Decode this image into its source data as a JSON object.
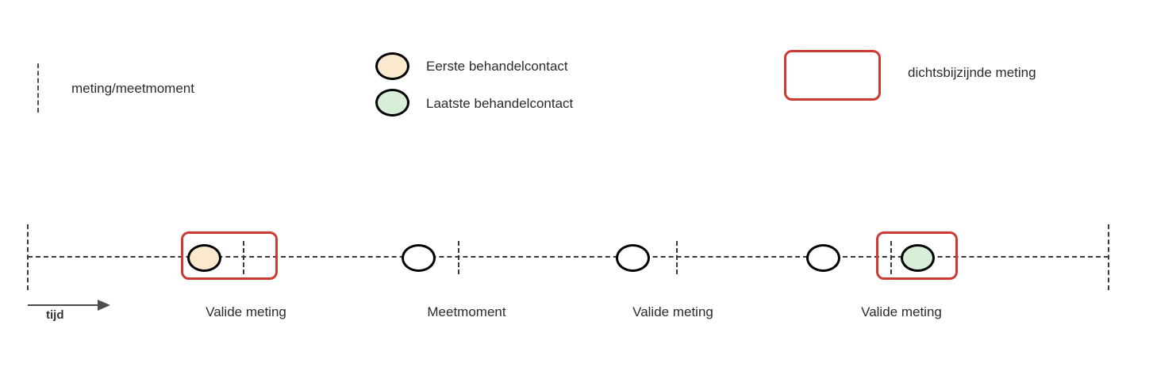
{
  "legend": {
    "measurement_line_label": "meting/meetmoment",
    "first_contact_label": "Eerste behandelcontact",
    "last_contact_label": "Laatste behandelcontact",
    "nearest_measurement_label": "dichtsbijzijnde meting"
  },
  "timeline": {
    "time_axis_label": "tijd",
    "event_labels": [
      "Valide meting",
      "Meetmoment",
      "Valide meting",
      "Valide meting"
    ]
  },
  "colors": {
    "first_contact_fill": "#fae9cd",
    "last_contact_fill": "#d8eed6",
    "highlight_stroke": "#cc3b33",
    "marker_stroke": "#000000",
    "dash_line": "#3a3a3a",
    "arrow": "#4d4d4d",
    "text": "#2b2b2b"
  }
}
